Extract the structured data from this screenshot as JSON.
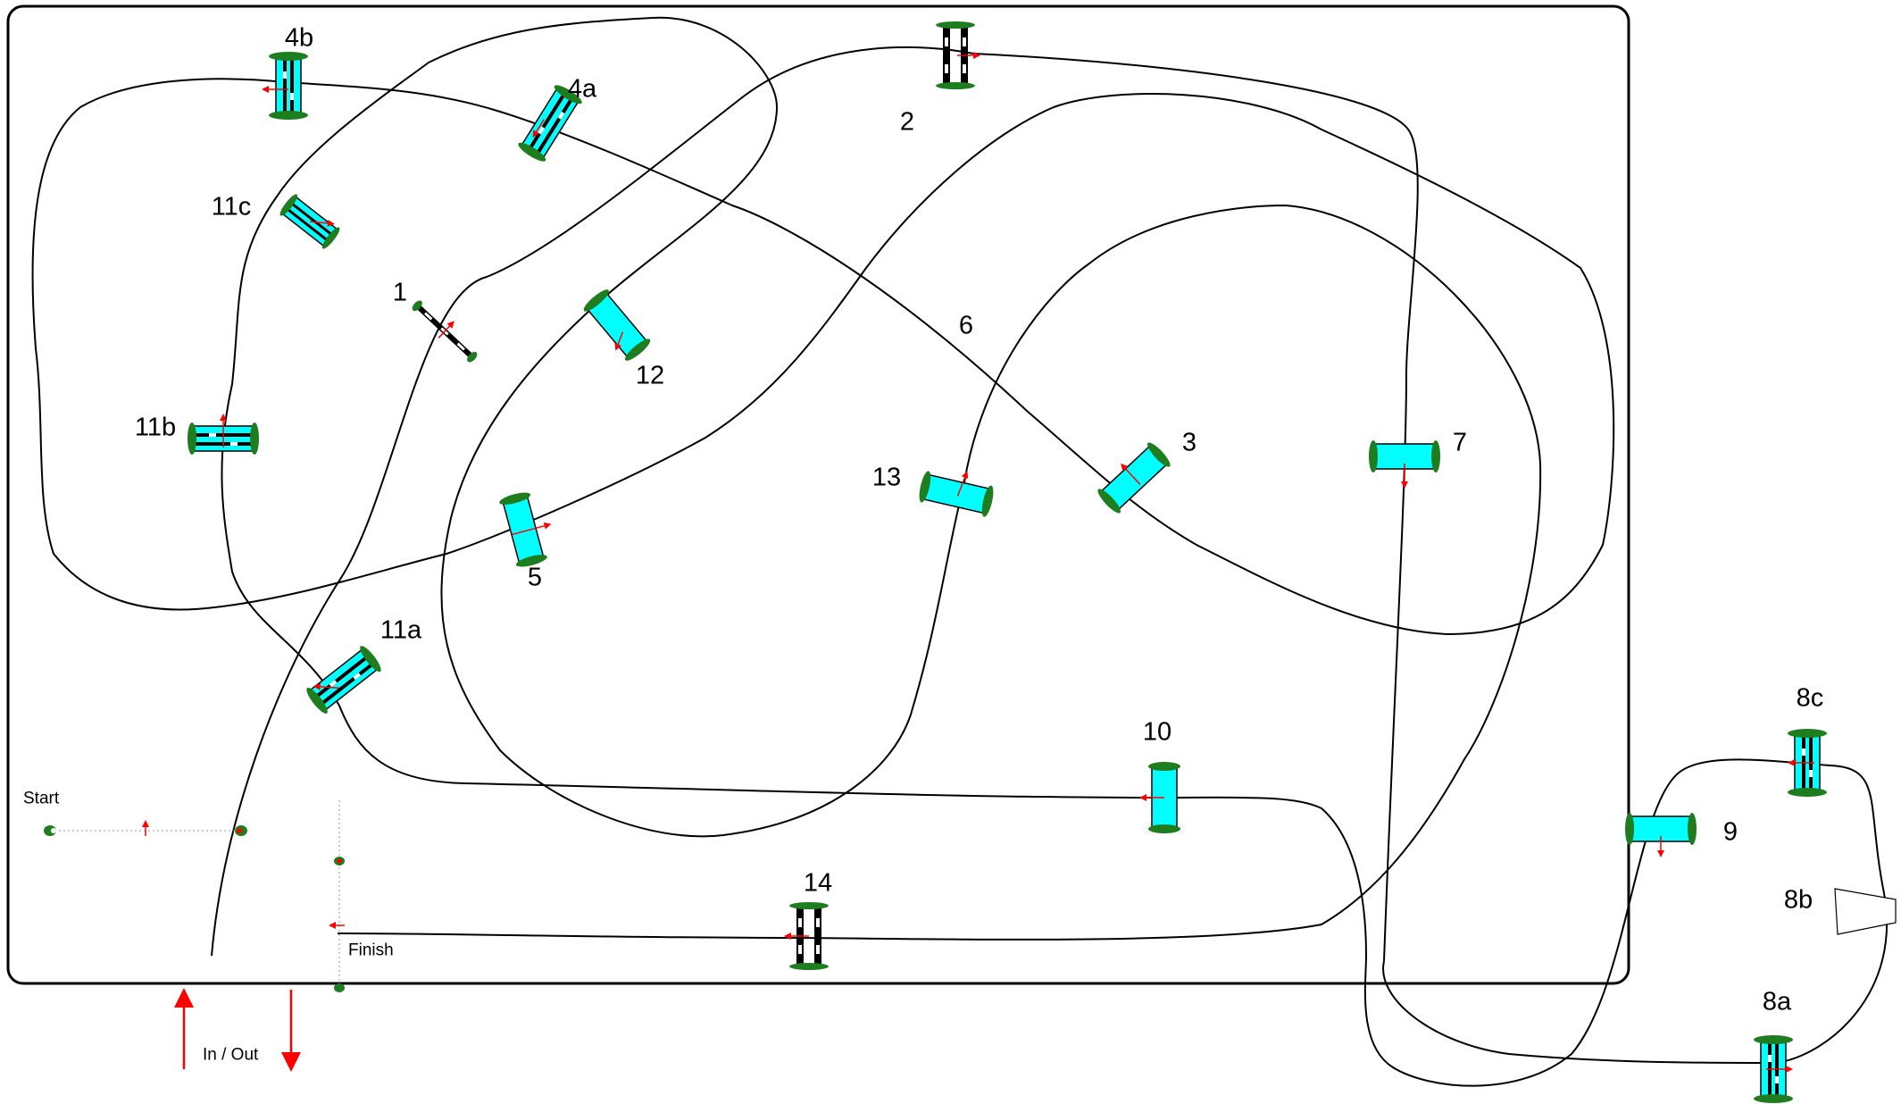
{
  "obstacles": [
    {
      "id": "1",
      "style": "rail"
    },
    {
      "id": "2",
      "style": "rail"
    },
    {
      "id": "3",
      "style": "box"
    },
    {
      "id": "4a",
      "style": "rail-box"
    },
    {
      "id": "4b",
      "style": "rail-box"
    },
    {
      "id": "5",
      "style": "box"
    },
    {
      "id": "6",
      "style": "label-only"
    },
    {
      "id": "7",
      "style": "box"
    },
    {
      "id": "8a",
      "style": "rail-box"
    },
    {
      "id": "8b",
      "style": "trapezoid"
    },
    {
      "id": "8c",
      "style": "rail-box"
    },
    {
      "id": "9",
      "style": "box"
    },
    {
      "id": "10",
      "style": "box"
    },
    {
      "id": "11a",
      "style": "rail-box"
    },
    {
      "id": "11b",
      "style": "rail-box"
    },
    {
      "id": "11c",
      "style": "rail-box"
    },
    {
      "id": "12",
      "style": "box"
    },
    {
      "id": "13",
      "style": "box"
    },
    {
      "id": "14",
      "style": "rail"
    }
  ],
  "markers": {
    "start": "Start",
    "finish": "Finish",
    "in_out": "In / Out"
  },
  "colors": {
    "arena_border": "#000000",
    "path": "#000000",
    "pole_fill": "#00ffff",
    "standard_green": "#1e7d1e",
    "direction_arrow": "#ff0000"
  }
}
